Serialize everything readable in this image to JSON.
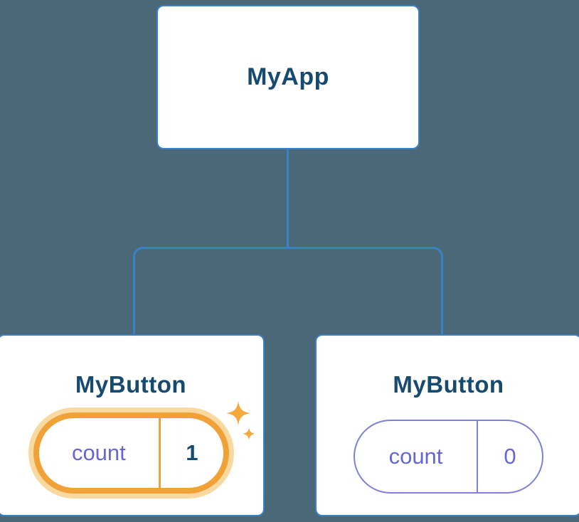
{
  "tree": {
    "root": {
      "label": "MyApp"
    },
    "children": [
      {
        "label": "MyButton",
        "pill": {
          "field": "count",
          "value": "1"
        },
        "highlighted": true,
        "note": "state-just-updated"
      },
      {
        "label": "MyButton",
        "pill": {
          "field": "count",
          "value": "0"
        },
        "highlighted": false
      }
    ]
  },
  "icons": {
    "sparkle": "sparkle-icon"
  },
  "colors": {
    "background": "#4A6878",
    "connector": "#3A82C4",
    "card_border": "#3A82C4",
    "heading_text": "#164A6E",
    "state_purple_text": "#6767D2",
    "state_purple_border": "#8080D8",
    "highlight_orange": "#F0A239",
    "highlight_glow": "#FAD9A1",
    "sparkle_orange": "#F5A93C"
  }
}
